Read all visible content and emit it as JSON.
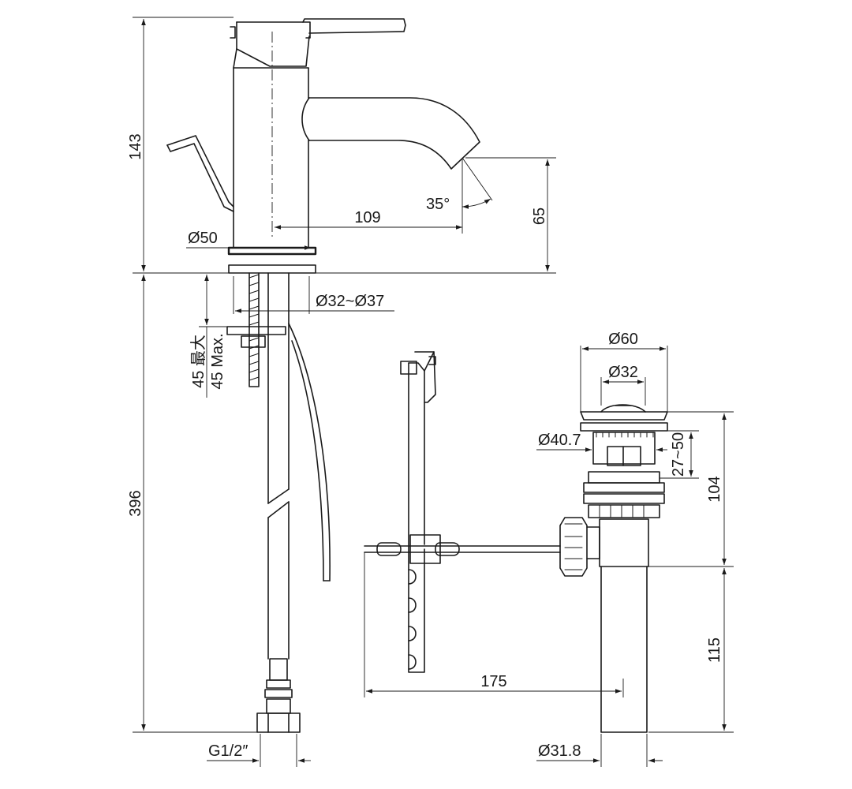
{
  "dimensions": {
    "tap_height": "143",
    "spout_reach": "109",
    "spout_height": "65",
    "body_diameter": "Ø50",
    "spout_angle": "35°",
    "hole_diameter": "Ø32~Ø37",
    "deck_thickness_cn": "45 最大",
    "deck_thickness_en": "45 Max.",
    "hose_length": "396",
    "connection_thread": "G1/2″",
    "drain_cap_diameter": "Ø60",
    "drain_inner_diameter": "Ø32",
    "drain_body_diameter": "Ø40.7",
    "basin_thickness_range": "27~50",
    "drain_upper_height": "104",
    "pullrod_reach": "175",
    "tailpiece_length": "115",
    "tailpiece_diameter": "Ø31.8"
  }
}
